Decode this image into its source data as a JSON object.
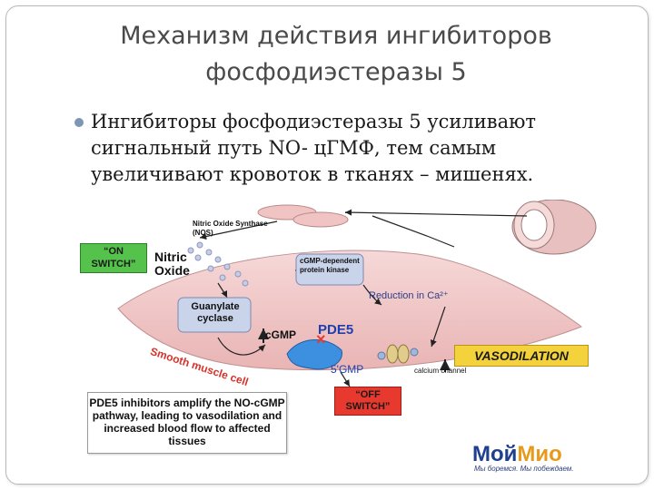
{
  "slide": {
    "title": "Механизм действия ингибиторов фосфодиэстеразы 5",
    "bullet": "Ингибиторы фосфодиэстеразы 5 усиливают сигнальный путь NO- цГМФ, тем самым увеличивают кровоток в тканях – мишенях."
  },
  "diagram": {
    "nos_label": "Nitric Oxide Synthase (NOS)",
    "on_switch": "“ON SWITCH”",
    "nitric_oxide": "Nitric Oxide",
    "guanylate_cyclase": "Guanylate cyclase",
    "cgmp_kinase": "cGMP-dependent protein kinase",
    "reduction": "Reduction in Ca²⁺",
    "cgmp": "cGMP",
    "pde5": "PDE5",
    "five_gmp": "5'GMP",
    "smooth_muscle": "Smooth muscle cell",
    "vasodilation": "VASODILATION",
    "calcium_channel": "calcium channel",
    "off_switch": "“OFF SWITCH”",
    "inhibitor_note": "PDE5 inhibitors amplify the NO-cGMP pathway, leading to vasodilation and increased blood flow to affected tissues"
  },
  "logo": {
    "name_part1": "Мой",
    "name_part2": "Мио",
    "tagline": "Мы боремся. Мы побеждаем."
  },
  "colors": {
    "title": "#4a4a4a",
    "bullet": "#7d96b3",
    "on_switch": "#54c24b",
    "off_switch": "#e8392f",
    "vasodilation": "#f4d23b",
    "cell": "#f2c9c9",
    "pde5_text": "#1f3fae",
    "logo_blue": "#1f3f8f",
    "logo_orange": "#e79a1c"
  }
}
